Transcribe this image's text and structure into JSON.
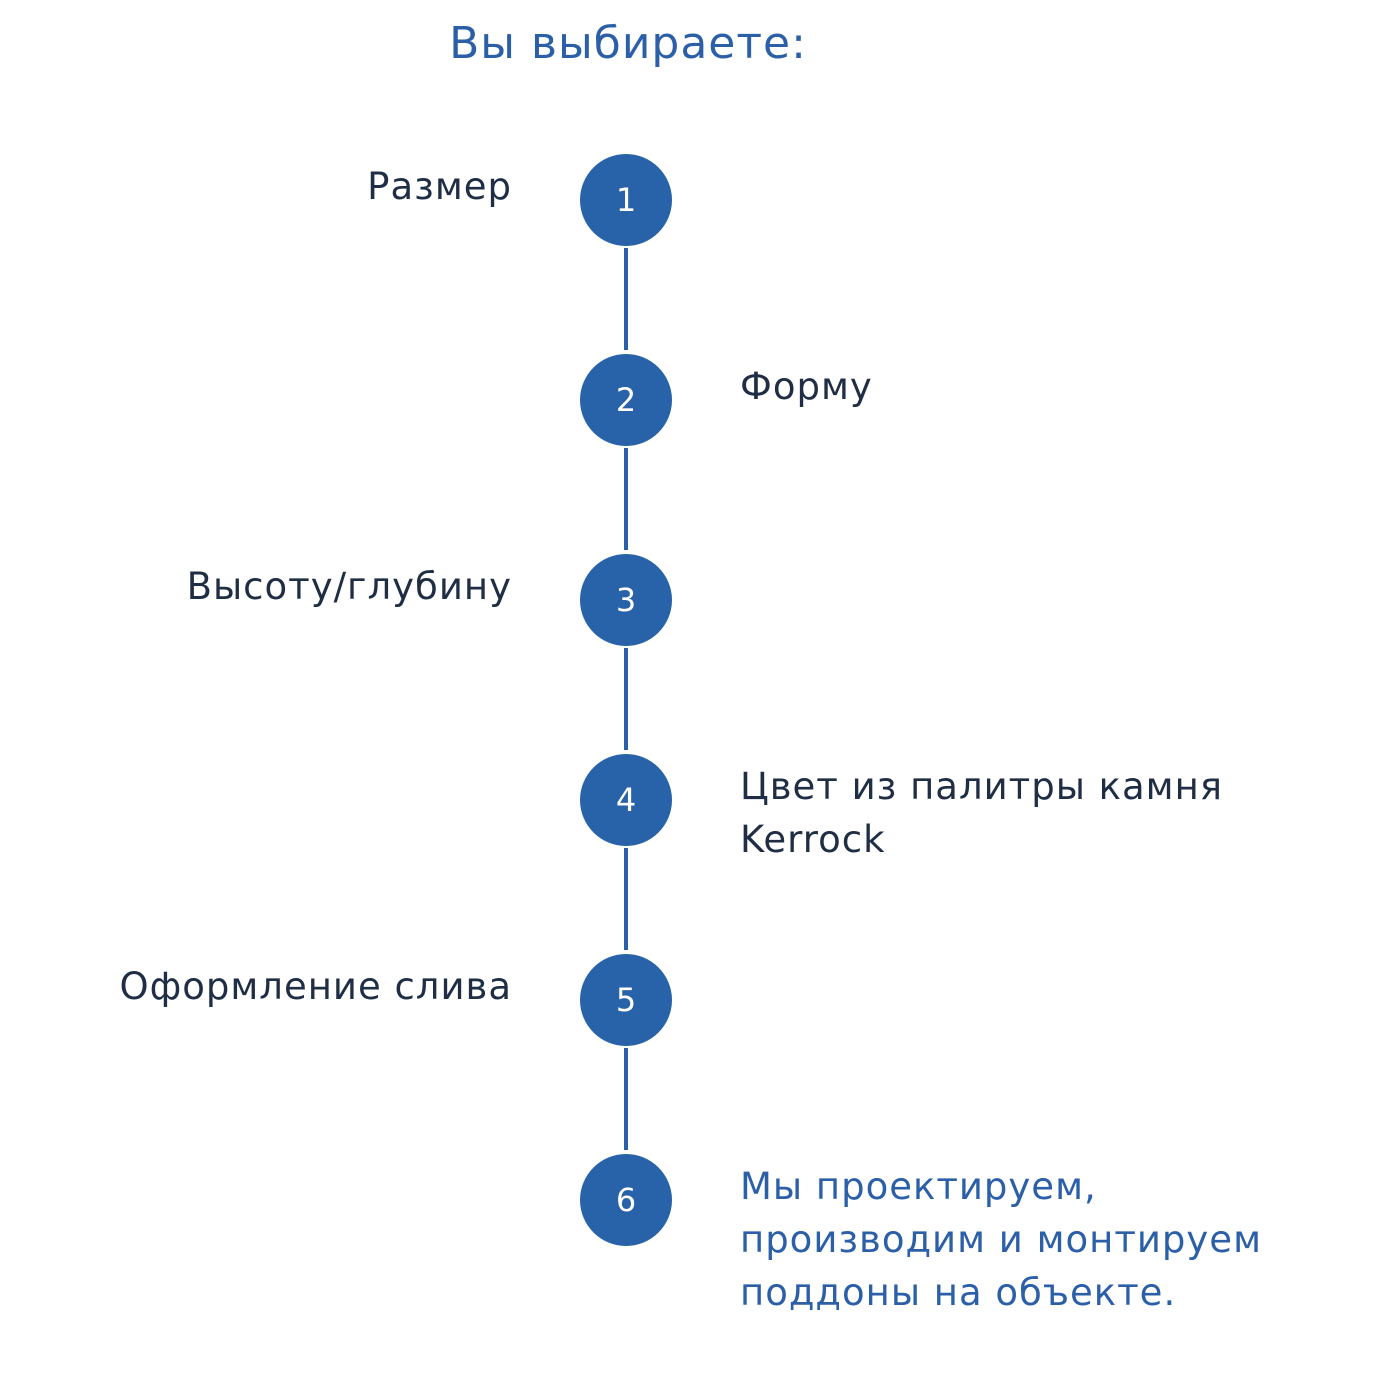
{
  "title": "Вы выбираете:",
  "colors": {
    "accent": "#2b5fa8",
    "circle": "#2862a8",
    "text": "#1f2e45"
  },
  "steps": [
    {
      "number": "1",
      "lines": [
        "Размер"
      ]
    },
    {
      "number": "2",
      "lines": [
        "Форму"
      ]
    },
    {
      "number": "3",
      "lines": [
        "Высоту/глубину"
      ]
    },
    {
      "number": "4",
      "lines": [
        "Цвет из палитры камня",
        "Kerrock"
      ]
    },
    {
      "number": "5",
      "lines": [
        "Оформление слива"
      ]
    },
    {
      "number": "6",
      "lines": [
        "Мы проектируем,",
        "производим и монтируем",
        "поддоны на объекте."
      ]
    }
  ]
}
